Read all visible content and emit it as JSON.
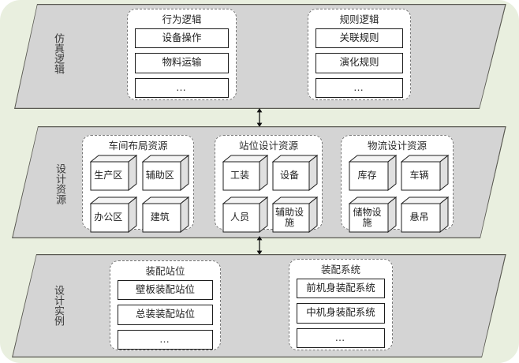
{
  "diagram": {
    "background_color": "#e9efdf",
    "band_fill": "#d4d4d4",
    "band_stroke": "#5a5a52",
    "group_fill": "#ffffff",
    "group_stroke": "#777777",
    "item_stroke": "#1d1d1d",
    "ellipsis": "…"
  },
  "bands": [
    {
      "id": "simulation-logic",
      "side_label": "仿真逻辑",
      "groups": [
        {
          "id": "behavior-logic",
          "title": "行为逻辑",
          "items": [
            "设备操作",
            "物料运输",
            "…"
          ]
        },
        {
          "id": "rule-logic",
          "title": "规则逻辑",
          "items": [
            "关联规则",
            "演化规则",
            "…"
          ]
        }
      ]
    },
    {
      "id": "design-resources",
      "side_label": "设计资源",
      "groups": [
        {
          "id": "workshop-layout-resources",
          "title": "车间布局资源",
          "items": [
            "生产区",
            "辅助区",
            "办公区",
            "建筑"
          ]
        },
        {
          "id": "station-design-resources",
          "title": "站位设计资源",
          "items": [
            "工装",
            "设备",
            "人员",
            "辅助设施"
          ]
        },
        {
          "id": "logistics-design-resources",
          "title": "物流设计资源",
          "items": [
            "库存",
            "车辆",
            "储物设施",
            "悬吊"
          ]
        }
      ]
    },
    {
      "id": "design-instances",
      "side_label": "设计实例",
      "groups": [
        {
          "id": "assembly-station",
          "title": "装配站位",
          "items": [
            "壁板装配站位",
            "总装装配站位",
            "…"
          ]
        },
        {
          "id": "assembly-system",
          "title": "装配系统",
          "items": [
            "前机身装配系统",
            "中机身装配系统",
            "…"
          ]
        }
      ]
    }
  ],
  "connectors": [
    {
      "id": "connector-top",
      "type": "double-headed-vertical-arrow"
    },
    {
      "id": "connector-bottom",
      "type": "double-headed-vertical-arrow"
    }
  ]
}
